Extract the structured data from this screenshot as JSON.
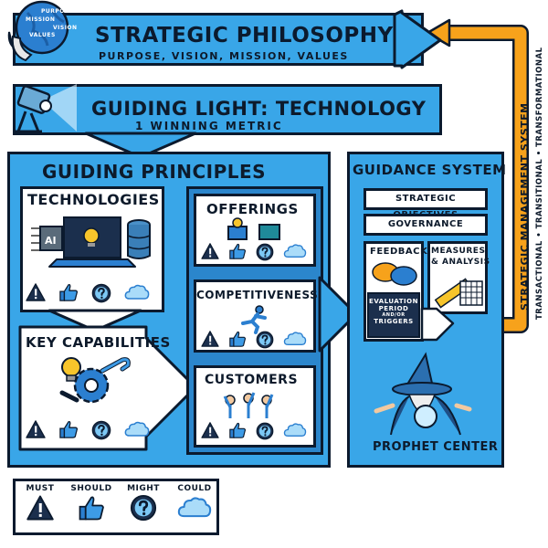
{
  "header": {
    "title": "STRATEGIC PHILOSOPHY",
    "subtitle": "PURPOSE, VISION, MISSION, VALUES",
    "globe_labels": [
      "PURPOSE",
      "MISSION",
      "VISION",
      "VALUES"
    ]
  },
  "guiding_light": {
    "title": "GUIDING LIGHT: TECHNOLOGY",
    "subtitle": "1 WINNING METRIC"
  },
  "principles": {
    "title": "GUIDING PRINCIPLES",
    "technologies": {
      "title": "TECHNOLOGIES",
      "chip_label": "AI"
    },
    "key_capabilities": {
      "title": "KEY CAPABILITIES"
    },
    "offerings": {
      "title": "OFFERINGS"
    },
    "competitiveness": {
      "title": "COMPETITIVENESS"
    },
    "customers": {
      "title": "CUSTOMERS"
    }
  },
  "guidance": {
    "title": "GUIDANCE SYSTEM",
    "strategic_objectives": "STRATEGIC OBJECTIVES",
    "governance": "GOVERNANCE",
    "feedback": "FEEDBACK",
    "measures_line1": "MEASURES",
    "measures_line2": "& ANALYSIS",
    "evaluation_line1": "EVALUATION",
    "evaluation_line2": "PERIOD",
    "evaluation_line3": "AND/OR",
    "evaluation_line4": "TRIGGERS",
    "prophet": "PROPHET CENTER"
  },
  "side": {
    "system": "STRATEGIC MANAGEMENT SYSTEM",
    "modes": "TRANSACTIONAL • TRANSITIONAL • TRANSFORMATIONAL"
  },
  "legend": {
    "items": [
      {
        "label": "MUST",
        "icon": "warning-icon"
      },
      {
        "label": "SHOULD",
        "icon": "thumbs-up-icon"
      },
      {
        "label": "MIGHT",
        "icon": "question-icon"
      },
      {
        "label": "COULD",
        "icon": "cloud-icon"
      }
    ]
  },
  "colors": {
    "blue": "#39a6e8",
    "light_blue": "#64c2f7",
    "navy": "#0b1a2e",
    "orange": "#f7a21b"
  }
}
